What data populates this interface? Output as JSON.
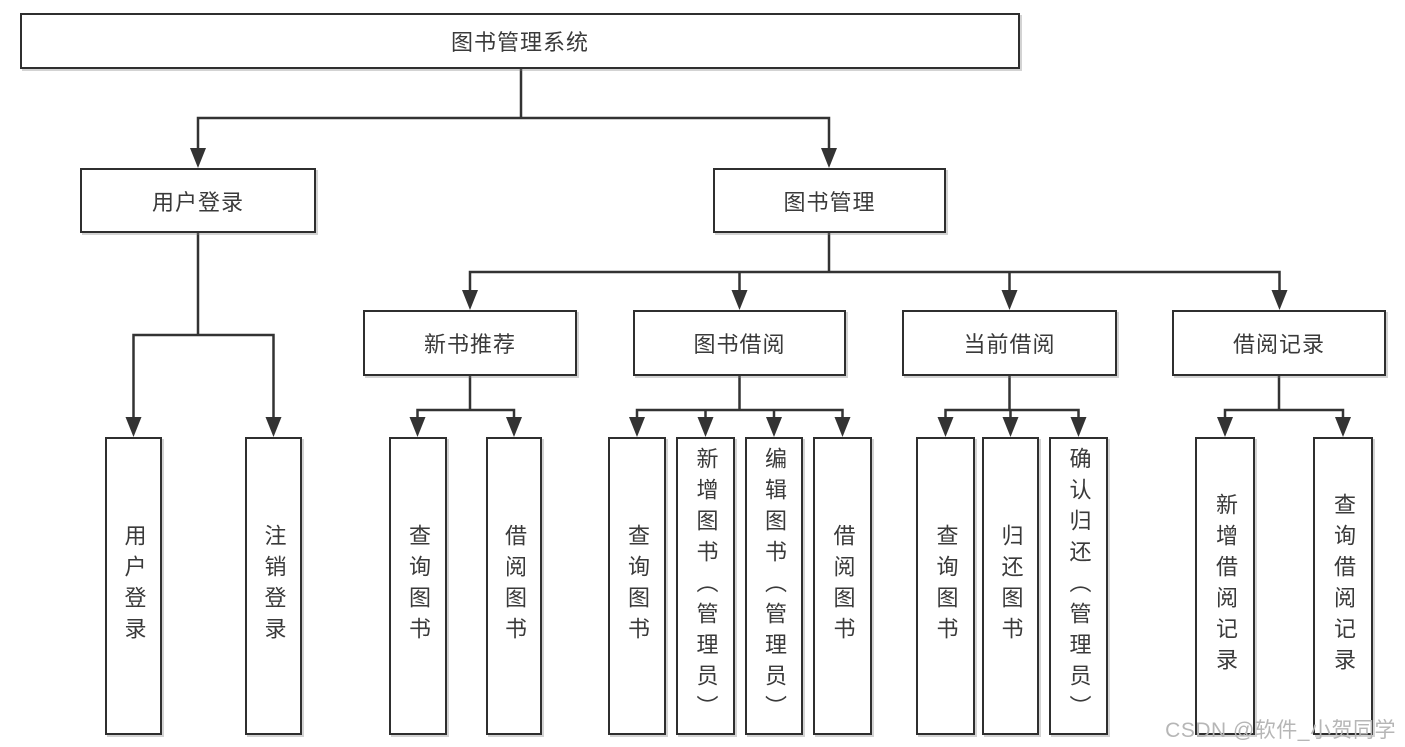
{
  "diagram": {
    "root": {
      "label": "图书管理系统"
    },
    "branches": [
      {
        "label": "用户登录",
        "children": [
          {
            "label": "用户登录"
          },
          {
            "label": "注销登录"
          }
        ]
      },
      {
        "label": "图书管理",
        "groups": [
          {
            "label": "新书推荐",
            "children": [
              {
                "label": "查询图书"
              },
              {
                "label": "借阅图书"
              }
            ]
          },
          {
            "label": "图书借阅",
            "children": [
              {
                "label": "查询图书"
              },
              {
                "label": "新增图书（管理员）"
              },
              {
                "label": "编辑图书（管理员）"
              },
              {
                "label": "借阅图书"
              }
            ]
          },
          {
            "label": "当前借阅",
            "children": [
              {
                "label": "查询图书"
              },
              {
                "label": "归还图书"
              },
              {
                "label": "确认归还（管理员）"
              }
            ]
          },
          {
            "label": "借阅记录",
            "children": [
              {
                "label": "新增借阅记录"
              },
              {
                "label": "查询借阅记录"
              }
            ]
          }
        ]
      }
    ]
  },
  "watermark": {
    "text": "CSDN @软件_小贺同学"
  },
  "colors": {
    "line": "#333333",
    "box_border": "#2f2f2f",
    "text": "#3a3a3a",
    "watermark": "#b6b6b6",
    "background": "#ffffff"
  }
}
